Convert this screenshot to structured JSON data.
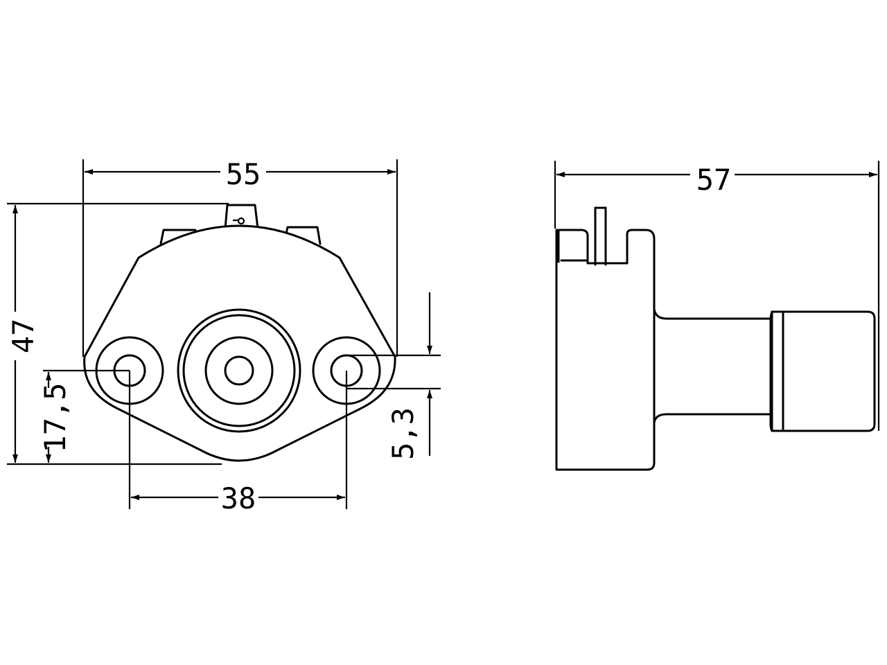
{
  "front_view": {
    "dim_width": "55",
    "dim_height": "47",
    "dim_hole_height": "17,5",
    "dim_hole_spacing": "38",
    "dim_hole_diameter": "5,3"
  },
  "side_view": {
    "dim_depth": "57"
  }
}
